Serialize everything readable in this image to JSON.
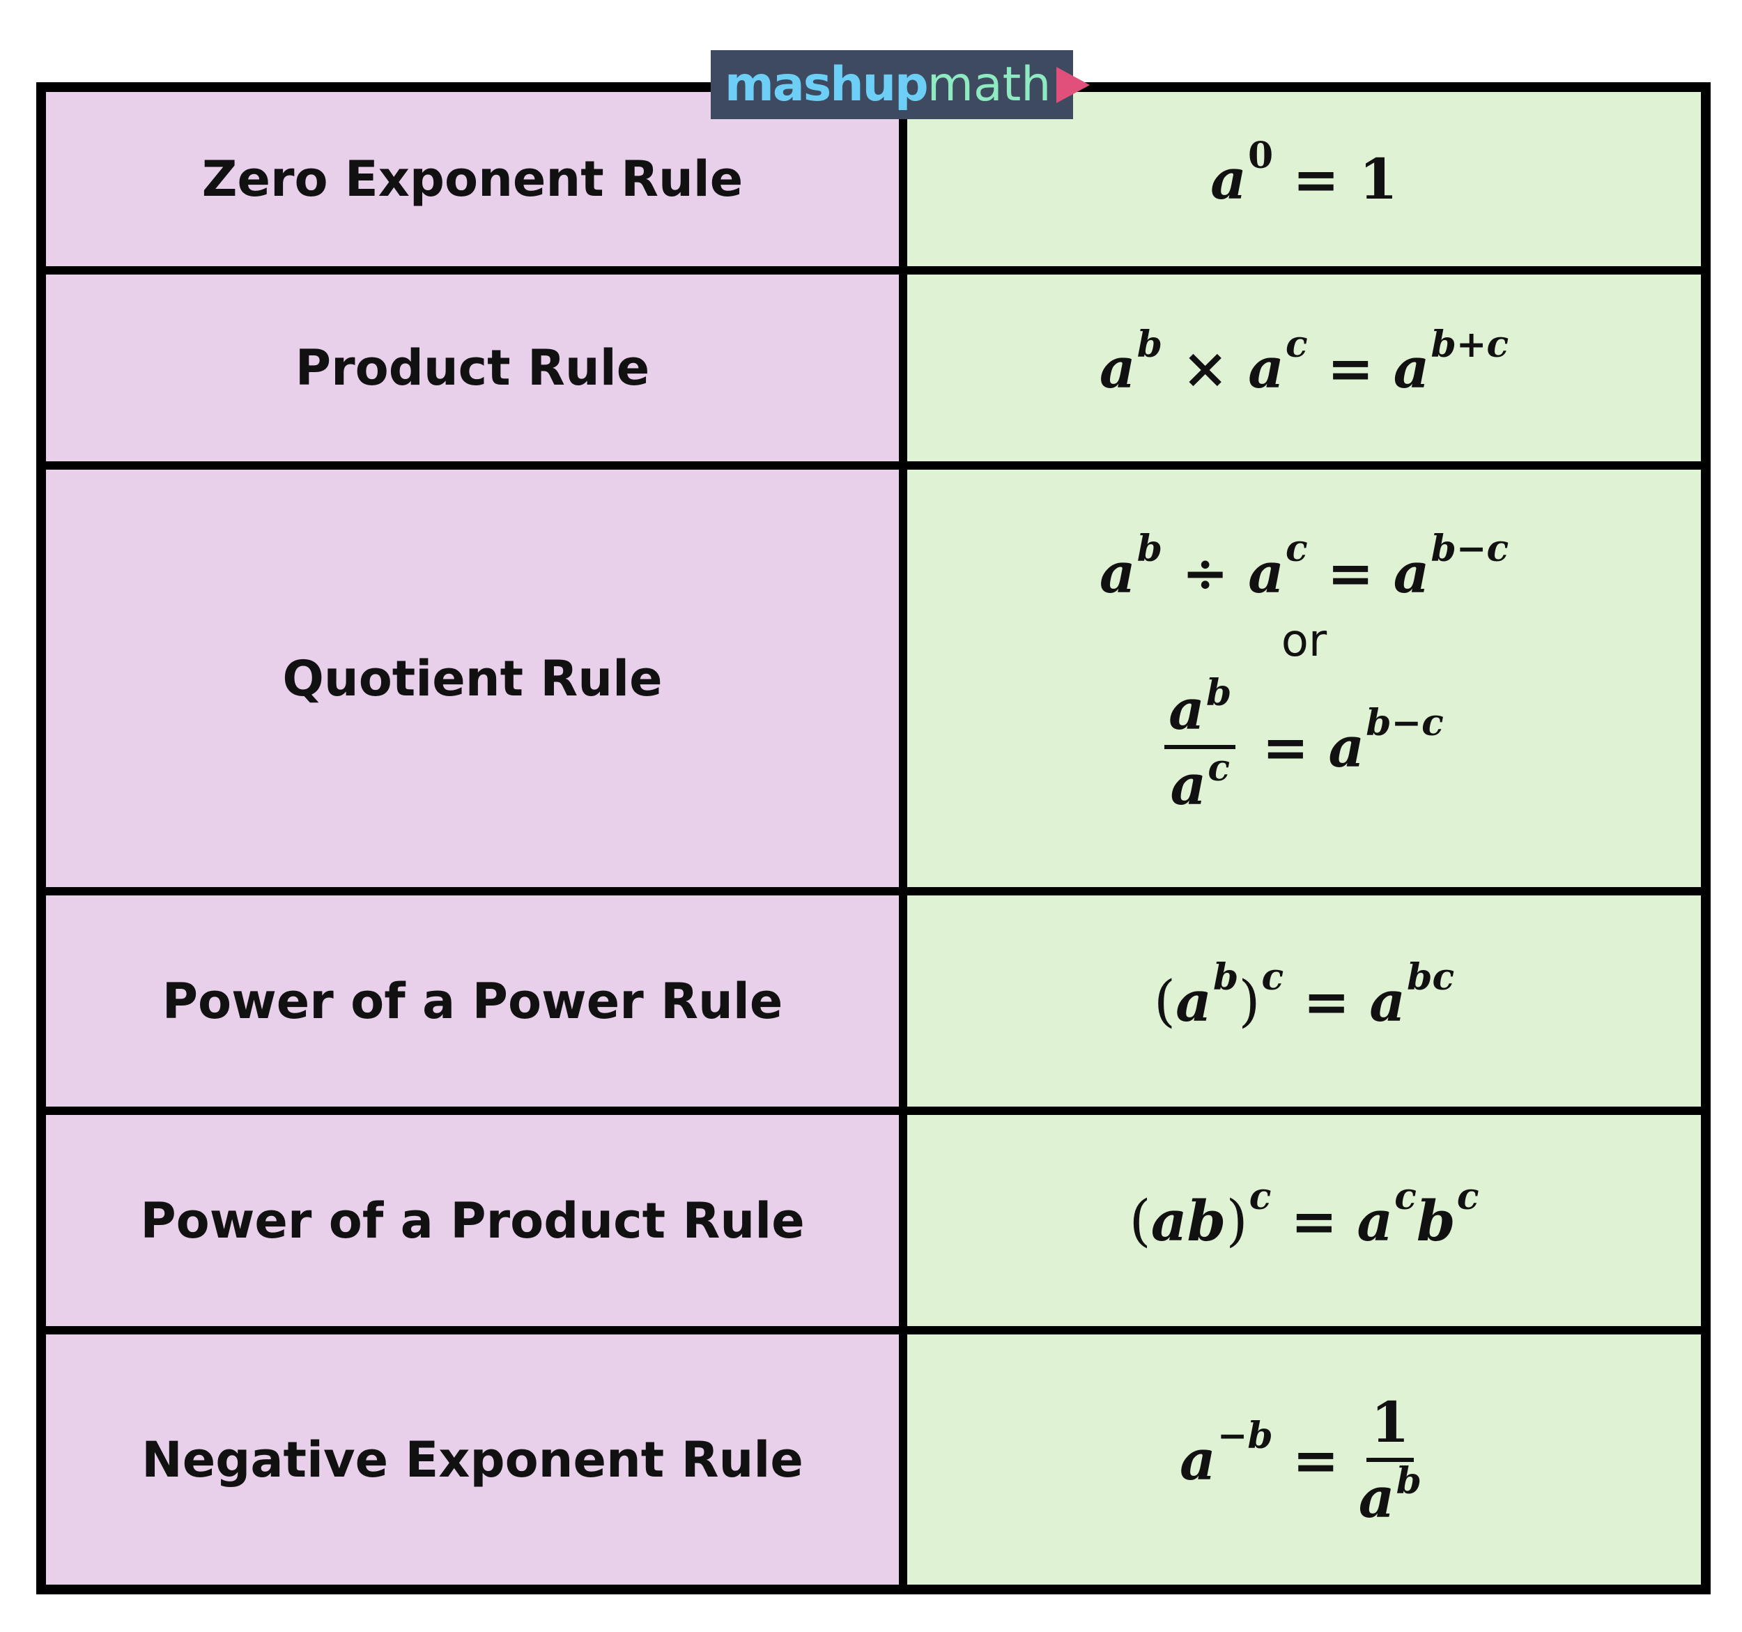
{
  "logo": {
    "part1": "mashup",
    "part2": "math",
    "icon": "play-triangle-icon",
    "colors": {
      "bg": "#3d4a60",
      "mashup": "#6ecff6",
      "math": "#8eeac0",
      "triangle": "#e0507a"
    }
  },
  "colors": {
    "label_bg": "#e8d0ea",
    "formula_bg": "#e0f2d4",
    "border": "#000000"
  },
  "rows": [
    {
      "label": "Zero Exponent Rule",
      "f": {
        "a": "a",
        "e": "0",
        "eq": "=",
        "r": "1"
      }
    },
    {
      "label": "Product Rule",
      "f": {
        "a": "a",
        "e1": "b",
        "op": "×",
        "a2": "a",
        "e2": "c",
        "eq": "=",
        "a3": "a",
        "e3": "b+c"
      }
    },
    {
      "label": "Quotient Rule",
      "f": {
        "a": "a",
        "e1": "b",
        "op": "÷",
        "a2": "a",
        "e2": "c",
        "eq": "=",
        "a3": "a",
        "e3": "b−c",
        "or": "or",
        "num_a": "a",
        "num_e": "b",
        "den_a": "a",
        "den_e": "c",
        "eq2": "=",
        "a4": "a",
        "e4": "b−c"
      }
    },
    {
      "label": "Power of a Power Rule",
      "f": {
        "lp": "(",
        "a": "a",
        "e1": "b",
        "rp": ")",
        "e2": "c",
        "eq": "=",
        "a2": "a",
        "e3": "bc"
      }
    },
    {
      "label": "Power of a Product Rule",
      "f": {
        "lp": "(",
        "ab": "ab",
        "rp": ")",
        "e1": "c",
        "eq": "=",
        "a": "a",
        "e2": "c",
        "b": "b",
        "e3": "c"
      }
    },
    {
      "label": "Negative Exponent Rule",
      "f": {
        "a": "a",
        "e": "−b",
        "eq": "=",
        "num": "1",
        "den_a": "a",
        "den_e": "b"
      }
    }
  ]
}
